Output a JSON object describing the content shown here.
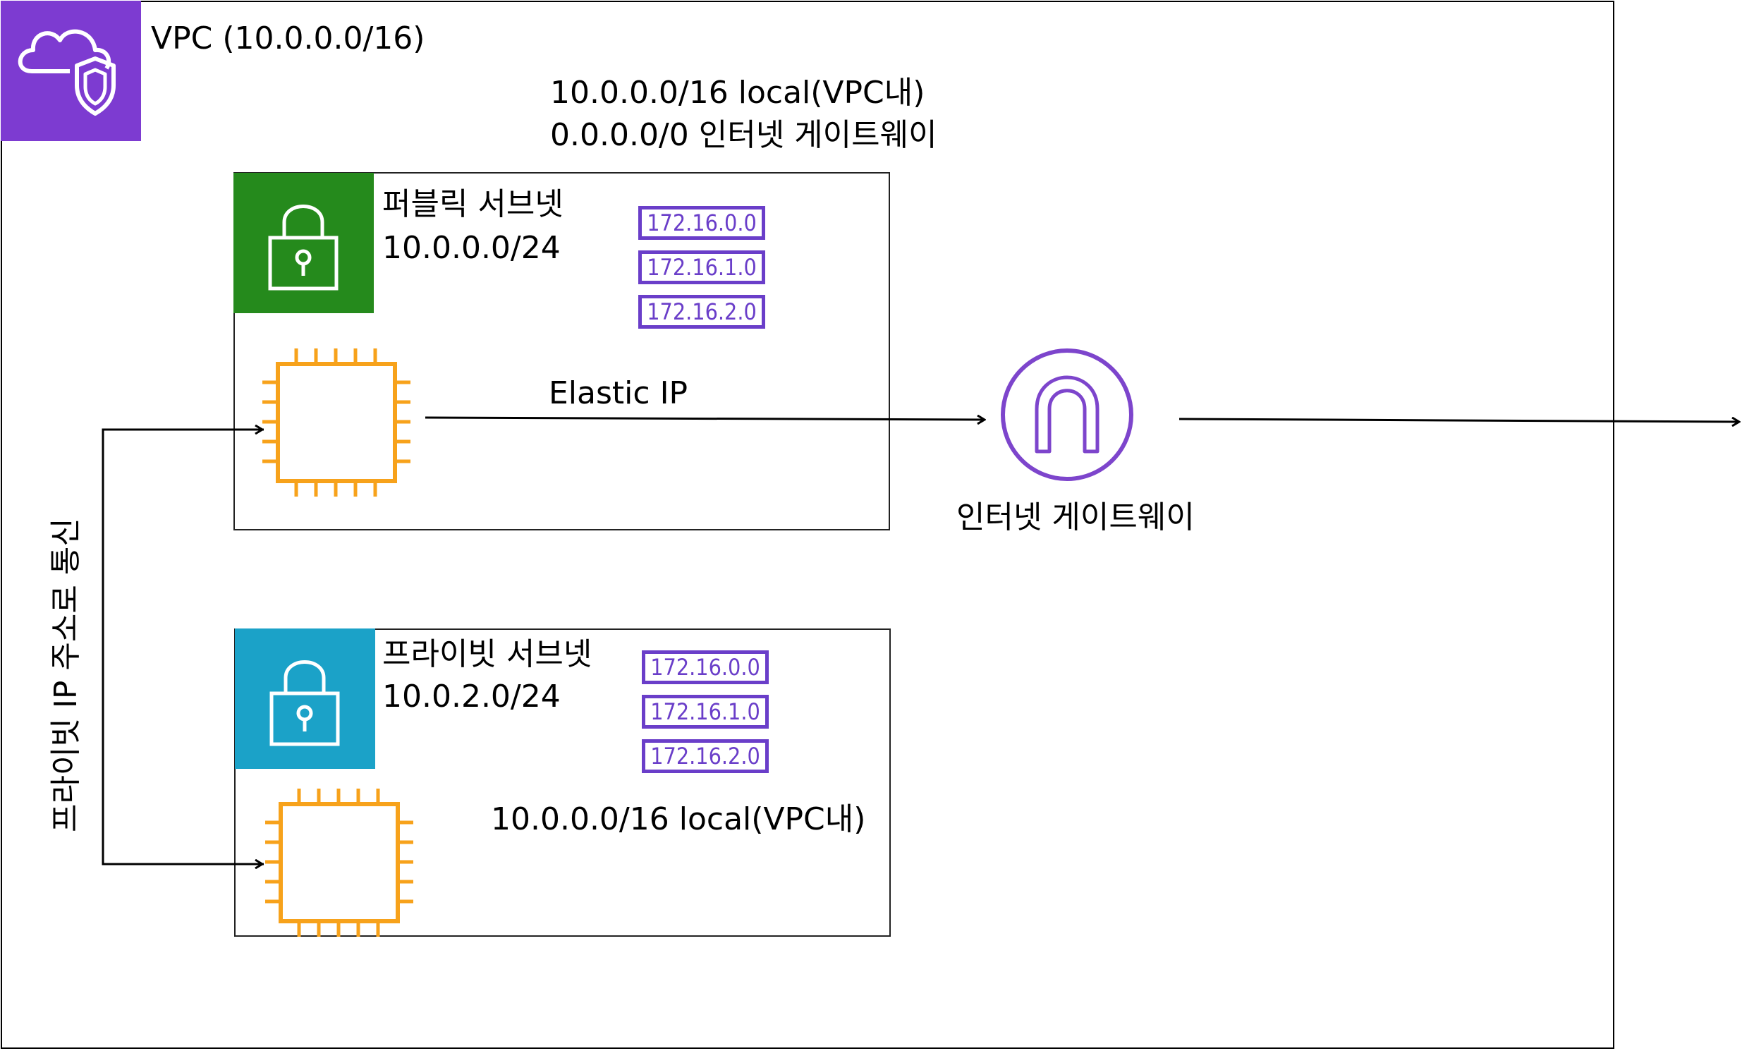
{
  "vpc": {
    "label": "VPC (10.0.0.0/16)"
  },
  "vpc_route_table": {
    "line1": "10.0.0.0/16 local(VPC내)",
    "line2": "0.0.0.0/0 인터넷 게이트웨이"
  },
  "public_subnet": {
    "title": "퍼블릭 서브넷",
    "cidr": "10.0.0.0/24",
    "routes": [
      "172.16.0.0",
      "172.16.1.0",
      "172.16.2.0"
    ]
  },
  "private_subnet": {
    "title": "프라이빗 서브넷",
    "cidr": "10.0.2.0/24",
    "routes": [
      "172.16.0.0",
      "172.16.1.0",
      "172.16.2.0"
    ],
    "route_note": "10.0.0.0/16 local(VPC내)"
  },
  "elastic_ip_label": "Elastic IP",
  "internet_gateway_label": "인터넷 게이트웨이",
  "private_comm_label": "프라이빗 IP 주소로 통신",
  "colors": {
    "vpc": "#7d3bd1",
    "public": "#258a1c",
    "private": "#1ba2c8",
    "ec2": "#f7a21b",
    "igw": "#7d45cc",
    "route": "#6a3ec9"
  }
}
